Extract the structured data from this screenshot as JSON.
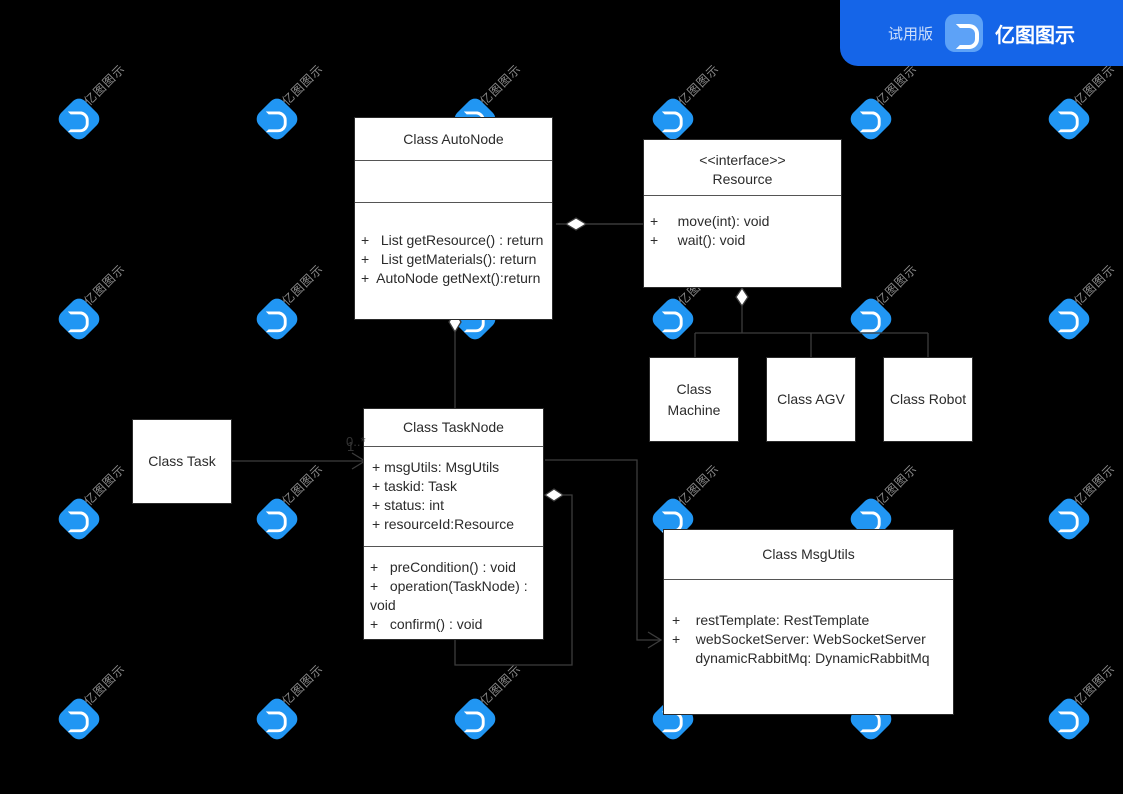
{
  "badge": {
    "trial_label": "试用版",
    "brand_label": "亿图图示",
    "logo_icon": "edraw-logo-icon",
    "bg_color": "#1565e8"
  },
  "watermark": {
    "text": "亿图图示",
    "logo_icon": "edraw-watermark-icon",
    "color": "#8a8a8a",
    "logo_color": "#2196f3"
  },
  "canvas": {
    "background_color": "#000000",
    "box_fill": "#ffffff",
    "line_color": "#3c3c3c"
  },
  "diagram": {
    "type": "uml-class-diagram",
    "classes": [
      {
        "id": "auto-node",
        "title": "Class AutoNode",
        "attributes": [],
        "methods": [
          "+   List getResource() : return",
          "+   List getMaterials(): return",
          "+  AutoNode getNext():return"
        ]
      },
      {
        "id": "resource",
        "stereotype": "<<interface>>",
        "title": "Resource",
        "methods": [
          "+     move(int): void",
          "+     wait(): void"
        ]
      },
      {
        "id": "machine",
        "title": "Class Machine"
      },
      {
        "id": "agv",
        "title": "Class AGV"
      },
      {
        "id": "robot",
        "title": "Class Robot"
      },
      {
        "id": "task",
        "title": "Class Task"
      },
      {
        "id": "task-node",
        "title": "Class TaskNode",
        "attributes": [
          "+ msgUtils: MsgUtils",
          "+ taskid: Task",
          "+ status: int",
          "+ resourceId:Resource"
        ],
        "methods": [
          "+   preCondition() : void",
          "+   operation(TaskNode) : void",
          "+   confirm() : void"
        ]
      },
      {
        "id": "msg-utils",
        "title": "Class MsgUtils",
        "attributes": [
          "+    restTemplate: RestTemplate",
          "+    webSocketServer: WebSocketServer",
          "      dynamicRabbitMq: DynamicRabbitMq"
        ]
      }
    ],
    "multiplicities": {
      "task_side": "1",
      "task_node_side": "0..*"
    }
  }
}
